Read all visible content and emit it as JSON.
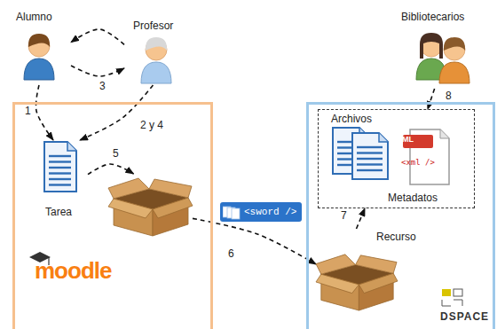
{
  "diagram": {
    "nodes": [
      {
        "text": [
          "Alumno"
        ]
      },
      {
        "text": [
          "Profesor"
        ]
      },
      {
        "text": [
          "moodle"
        ]
      },
      {
        "text": [
          "Tarea"
        ],
        "in": 2
      },
      {
        "text": [],
        "in": 2
      },
      {
        "text": [
          "Bibliotecarios"
        ]
      },
      {
        "text": [
          "DSPACE"
        ]
      },
      {
        "text": [
          "Archivos",
          "Metadatos"
        ],
        "in": 6
      },
      {
        "text": [
          "Recurso"
        ],
        "in": 6
      }
    ],
    "edges": [
      {
        "from": 1,
        "to": 0,
        "arrow": "to"
      },
      {
        "from": 0,
        "to": 1,
        "label": "3",
        "arrow": "to"
      },
      {
        "from": 0,
        "to": 3,
        "label": "1",
        "arrow": "to"
      },
      {
        "from": 1,
        "to": 3,
        "label": "2 y 4",
        "arrow": "to"
      },
      {
        "from": 3,
        "to": 4,
        "label": "5",
        "arrow": "to"
      },
      {
        "from": 4,
        "to": 8,
        "label": "6",
        "arrow": "to"
      },
      {
        "from": 8,
        "to": 7,
        "label": "7",
        "arrow": "to"
      },
      {
        "from": 5,
        "to": 7,
        "label": "8",
        "arrow": "to"
      }
    ],
    "labels": [
      "<sword />",
      "XML",
      "<xml />"
    ]
  }
}
